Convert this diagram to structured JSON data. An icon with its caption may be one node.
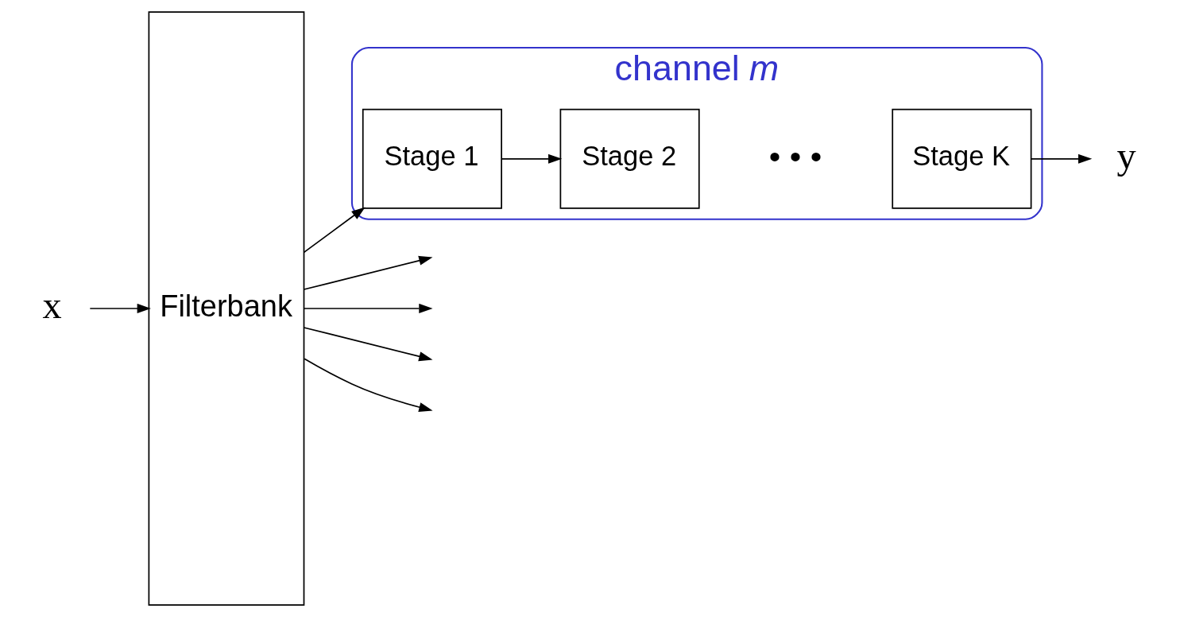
{
  "diagram": {
    "nodes": [
      {
        "text": [
          "x"
        ]
      },
      {
        "text": [
          "Filterbank"
        ]
      },
      {
        "text": [
          "channel *m*"
        ]
      },
      {
        "text": [
          "Stage 1"
        ],
        "in": 2
      },
      {
        "text": [
          "Stage 2"
        ],
        "in": 2
      },
      {
        "text": [
          "Stage K"
        ],
        "in": 2
      },
      {
        "text": [
          "y"
        ]
      }
    ],
    "edges": [
      {
        "from": 0,
        "to": 1,
        "arrow": "to"
      },
      {
        "from": 1,
        "to": null,
        "arrow": "to"
      },
      {
        "from": 1,
        "to": null,
        "arrow": "to"
      },
      {
        "from": 1,
        "to": 3,
        "arrow": "to"
      },
      {
        "from": 3,
        "to": 4,
        "arrow": "to"
      },
      {
        "from": 5,
        "to": 6,
        "arrow": "to"
      },
      {
        "from": 1,
        "to": null,
        "arrow": "to"
      },
      {
        "from": 1,
        "to": null,
        "arrow": "to"
      }
    ],
    "labels": [
      "• • •"
    ]
  }
}
